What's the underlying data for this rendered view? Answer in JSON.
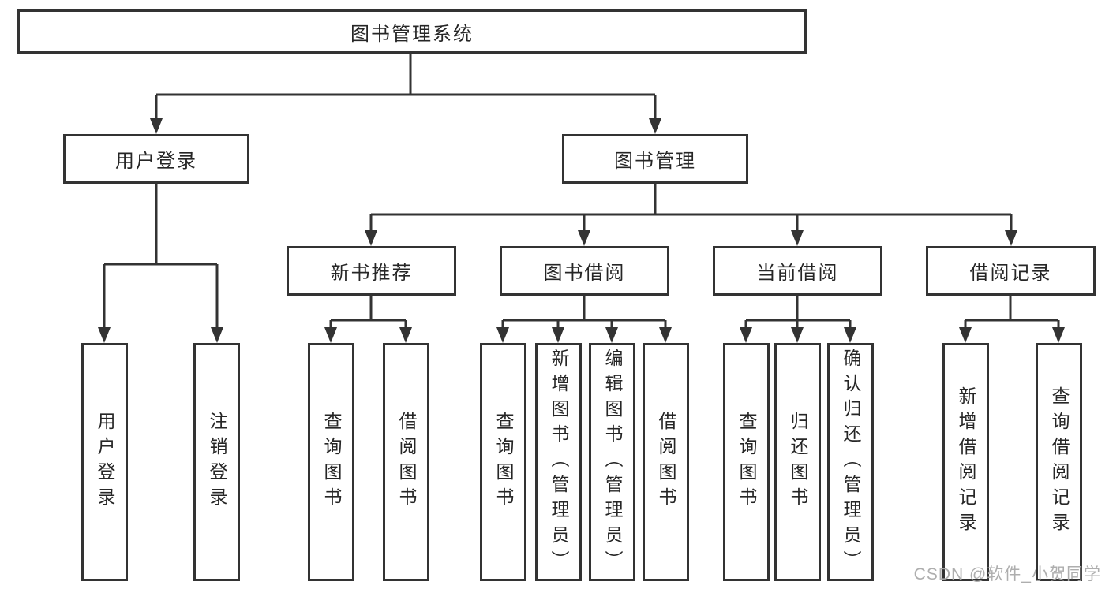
{
  "tree": {
    "label": "图书管理系统",
    "children": [
      {
        "label": "用户登录",
        "children": [
          {
            "label": "用户登录"
          },
          {
            "label": "注销登录"
          }
        ]
      },
      {
        "label": "图书管理",
        "children": [
          {
            "label": "新书推荐",
            "children": [
              {
                "label": "查询图书"
              },
              {
                "label": "借阅图书"
              }
            ]
          },
          {
            "label": "图书借阅",
            "children": [
              {
                "label": "查询图书"
              },
              {
                "label": "新增图书（管理员）"
              },
              {
                "label": "编辑图书（管理员）"
              },
              {
                "label": "借阅图书"
              }
            ]
          },
          {
            "label": "当前借阅",
            "children": [
              {
                "label": "查询图书"
              },
              {
                "label": "归还图书"
              },
              {
                "label": "确认归还（管理员）"
              }
            ]
          },
          {
            "label": "借阅记录",
            "children": [
              {
                "label": "新增借阅记录"
              },
              {
                "label": "查询借阅记录"
              }
            ]
          }
        ]
      }
    ]
  },
  "watermark": "CSDN @软件_小贺同学",
  "colors": {
    "line": "#333333",
    "box_border": "#333333",
    "box_fill": "#ffffff",
    "text": "#262626",
    "watermark": "#aaaaaa",
    "background": "#ffffff"
  }
}
